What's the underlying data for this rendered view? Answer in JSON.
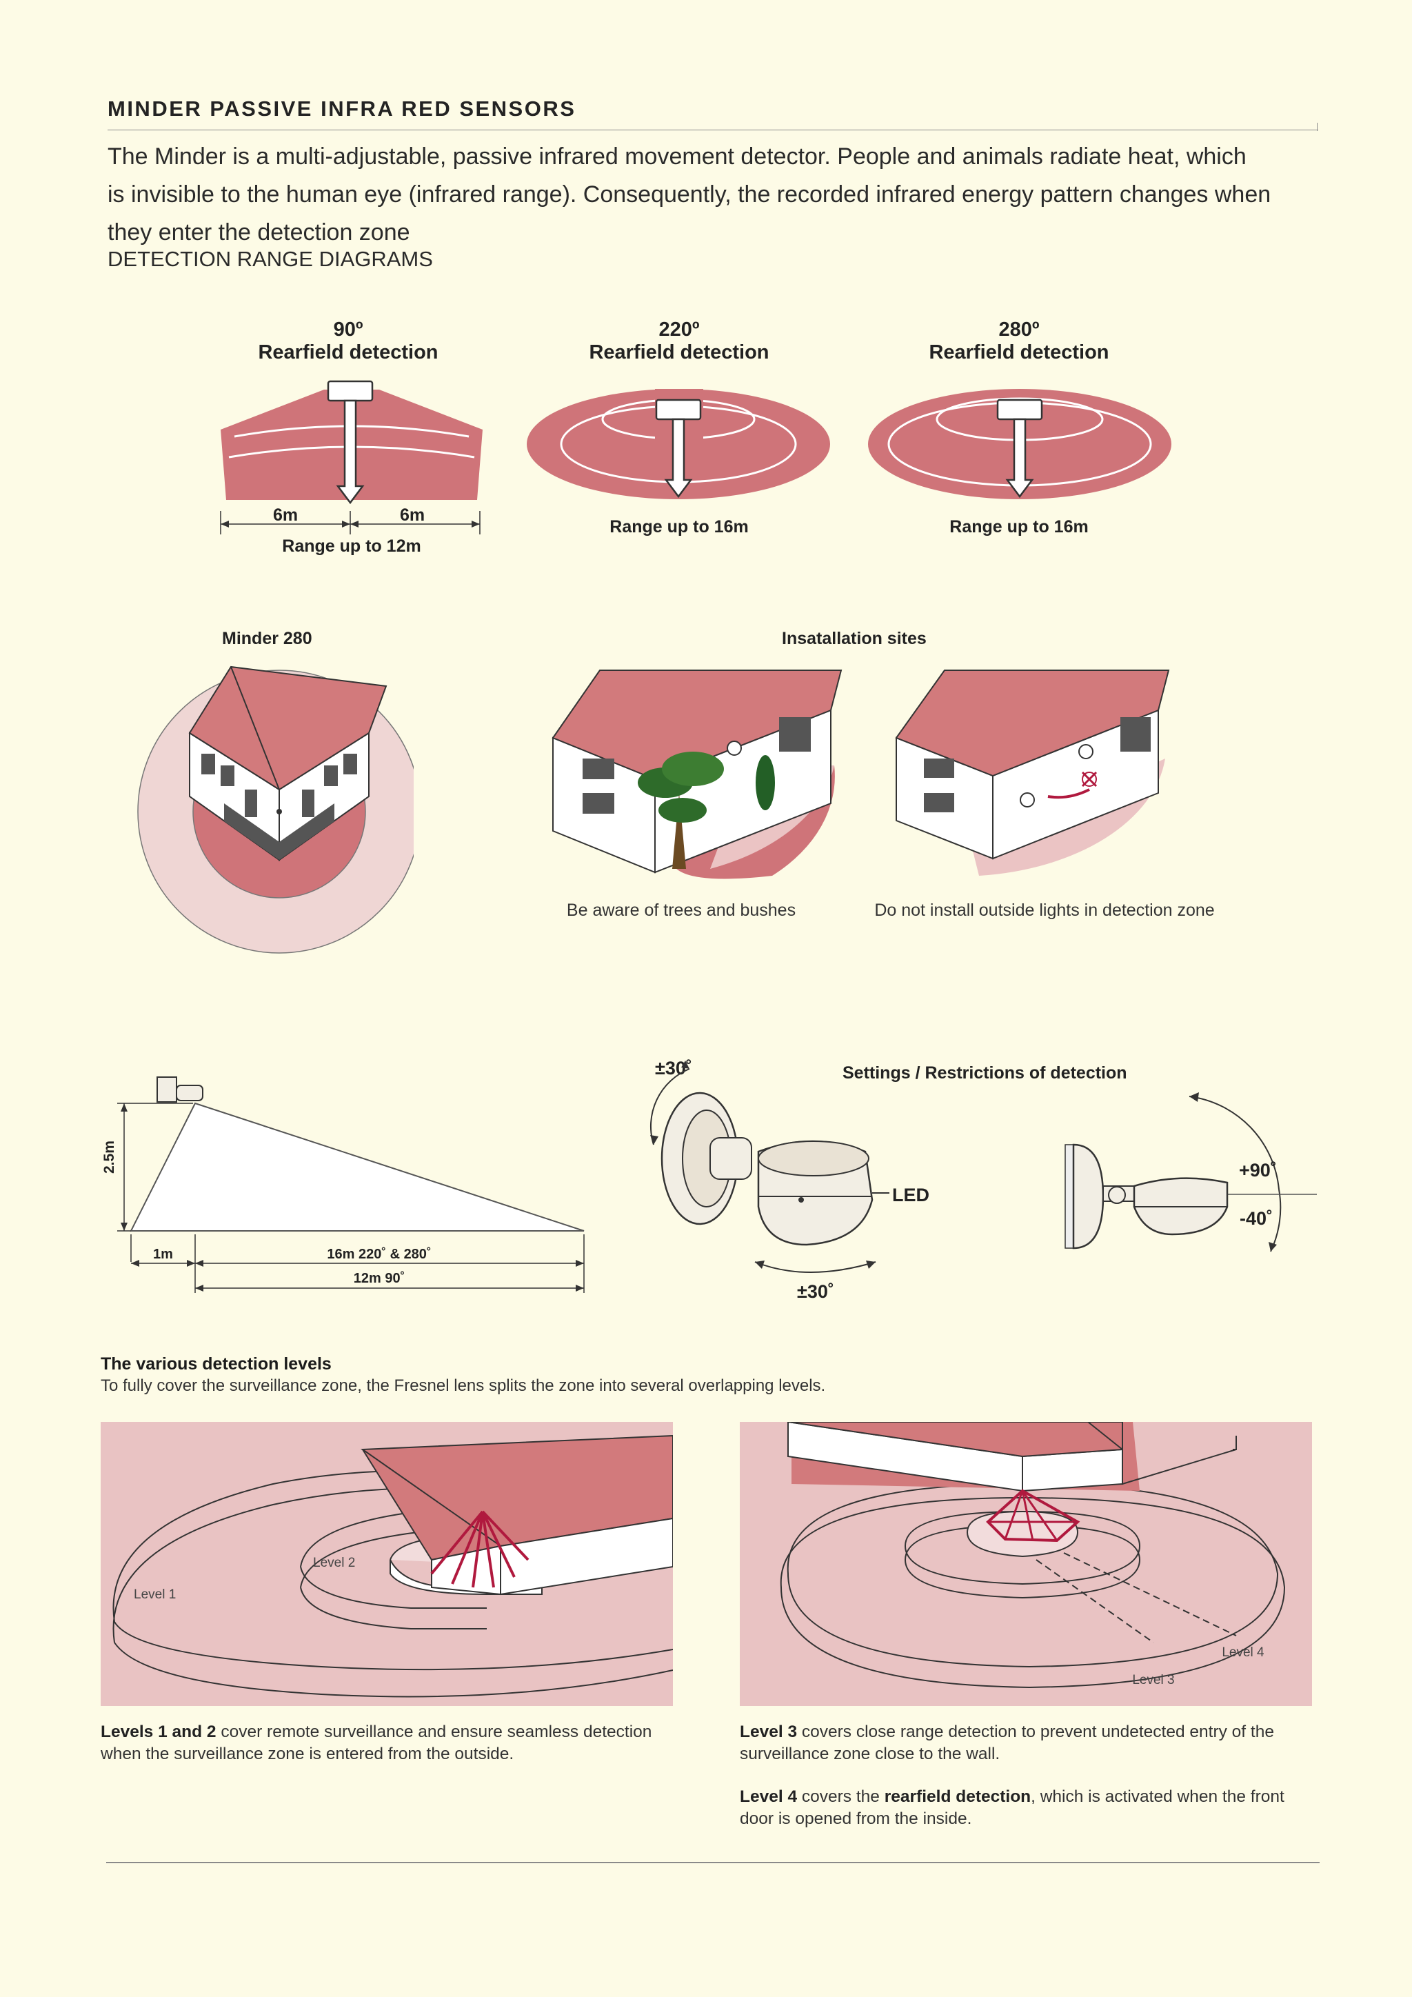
{
  "header": {
    "title": "MINDER PASSIVE INFRA RED SENSORS",
    "intro_line1": "The Minder is a multi-adjustable, passive infrared movement detector. People and animals radiate heat, which",
    "intro_line2": "is invisible to the human eye (infrared range). Consequently, the recorded infrared energy pattern changes when",
    "intro_line3": "they enter the detection zone",
    "subtitle": "DETECTION RANGE DIAGRAMS"
  },
  "range_diagrams": [
    {
      "angle": "90º",
      "label": "Rearfield detection",
      "range_left": "6m",
      "range_right": "6m",
      "range": "Range up to 12m"
    },
    {
      "angle": "220º",
      "label": "Rearfield detection",
      "range": "Range up to 16m"
    },
    {
      "angle": "280º",
      "label": "Rearfield detection",
      "range": "Range up to 16m"
    }
  ],
  "install": {
    "minder_label": "Minder 280",
    "sites_label": "Insatallation sites",
    "caption_trees": "Be aware of trees and bushes",
    "caption_lights": "Do not install outside lights in detection zone"
  },
  "mounting": {
    "height": "2.5m",
    "near": "1m",
    "far_220_280": "16m 220˚ & 280˚",
    "far_90": "12m 90˚"
  },
  "settings": {
    "title": "Settings / Restrictions of detection",
    "rot_top": "±30˚",
    "rot_bottom": "±30˚",
    "led": "LED",
    "tilt_up": "+90˚",
    "tilt_down": "-40˚"
  },
  "levels": {
    "title": "The various detection levels",
    "description": "To fully cover the surveillance zone, the Fresnel lens splits the zone into several overlapping levels.",
    "level1": "Level 1",
    "level2": "Level 2",
    "level3": "Level 3",
    "level4": "Level 4",
    "p1_bold": "Levels 1 and 2",
    "p1_text": " cover remote surveillance and ensure seamless detection when the surveillance zone is entered from the outside.",
    "p2_bold": "Level 3",
    "p2_text": " covers close range detection to prevent undetected entry of the surveillance zone close to the wall.",
    "p3_bold": "Level 4",
    "p3_text_a": " covers the ",
    "p3_bold2": "rearfield detection",
    "p3_text_b": ", which is activated when the front door is opened from the inside."
  },
  "colors": {
    "background": "#fdfbe6",
    "zone": "#cf7479",
    "zone_light": "#ebc4c4",
    "roof": "#d27a7c",
    "panel": "#e9c3c3",
    "ray": "#b0193e"
  }
}
